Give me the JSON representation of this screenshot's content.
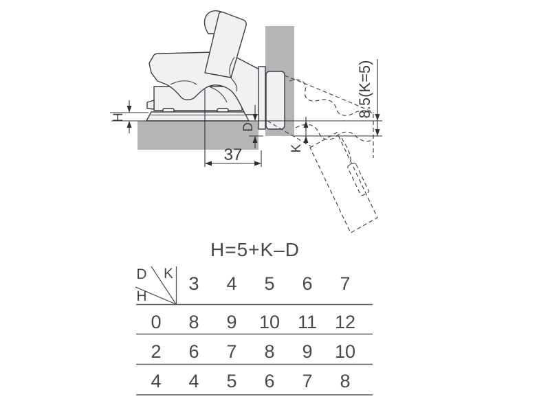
{
  "diagram": {
    "dim_h": "H",
    "dim_37": "37",
    "dim_d": "D",
    "dim_k": "K",
    "dim_k5": "8.5(K=5)"
  },
  "formula": "H=5+K–D",
  "table": {
    "corner": {
      "d": "D",
      "k": "K",
      "h": "H"
    },
    "k_columns": [
      "3",
      "4",
      "5",
      "6",
      "7"
    ],
    "rows": [
      {
        "d": "0",
        "values": [
          "8",
          "9",
          "10",
          "11",
          "12"
        ]
      },
      {
        "d": "2",
        "values": [
          "6",
          "7",
          "8",
          "9",
          "10"
        ]
      },
      {
        "d": "4",
        "values": [
          "4",
          "5",
          "6",
          "7",
          "8"
        ]
      }
    ]
  },
  "colors": {
    "panel_gray": "#b3b5b7",
    "hinge_fill": "#f0f1f3",
    "line": "#3a3d40",
    "text": "#47494b"
  }
}
